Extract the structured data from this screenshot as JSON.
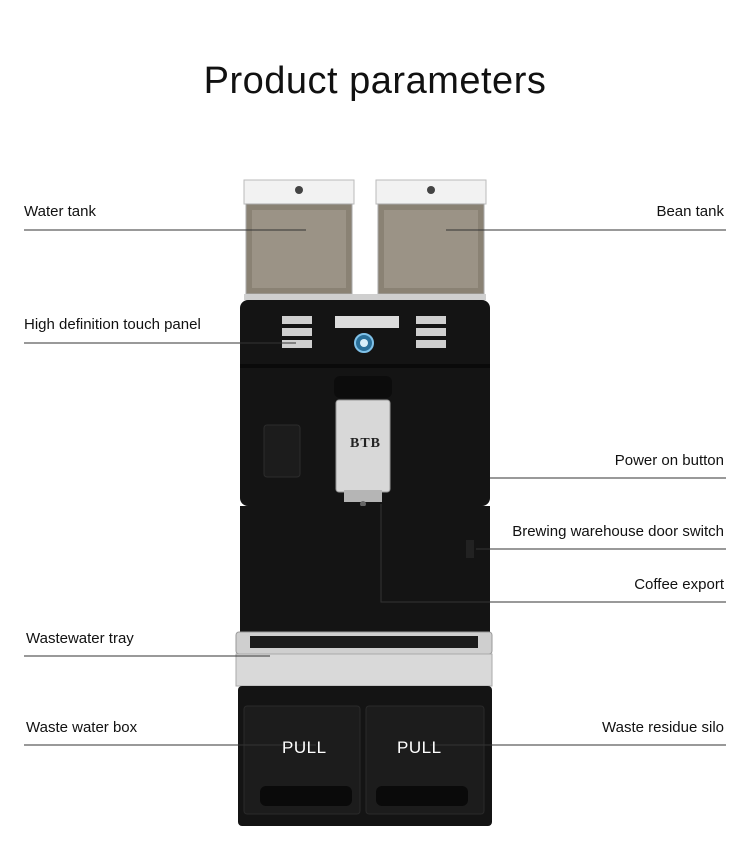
{
  "title": "Product parameters",
  "labels": {
    "water_tank": "Water tank",
    "bean_tank": "Bean tank",
    "touch_panel": "High definition touch panel",
    "power_button": "Power on button",
    "brewing_door": "Brewing warehouse door switch",
    "coffee_export": "Coffee export",
    "wastewater_tray": "Wastewater tray",
    "waste_water_box": "Waste water box",
    "waste_residue_silo": "Waste residue silo"
  },
  "machine": {
    "brand": "BTB",
    "pull_left": "PULL",
    "pull_right": "PULL"
  },
  "colors": {
    "body": "#141414",
    "tank_glass": "#8a8274",
    "chrome": "#c9c9c9",
    "line": "#333333"
  }
}
